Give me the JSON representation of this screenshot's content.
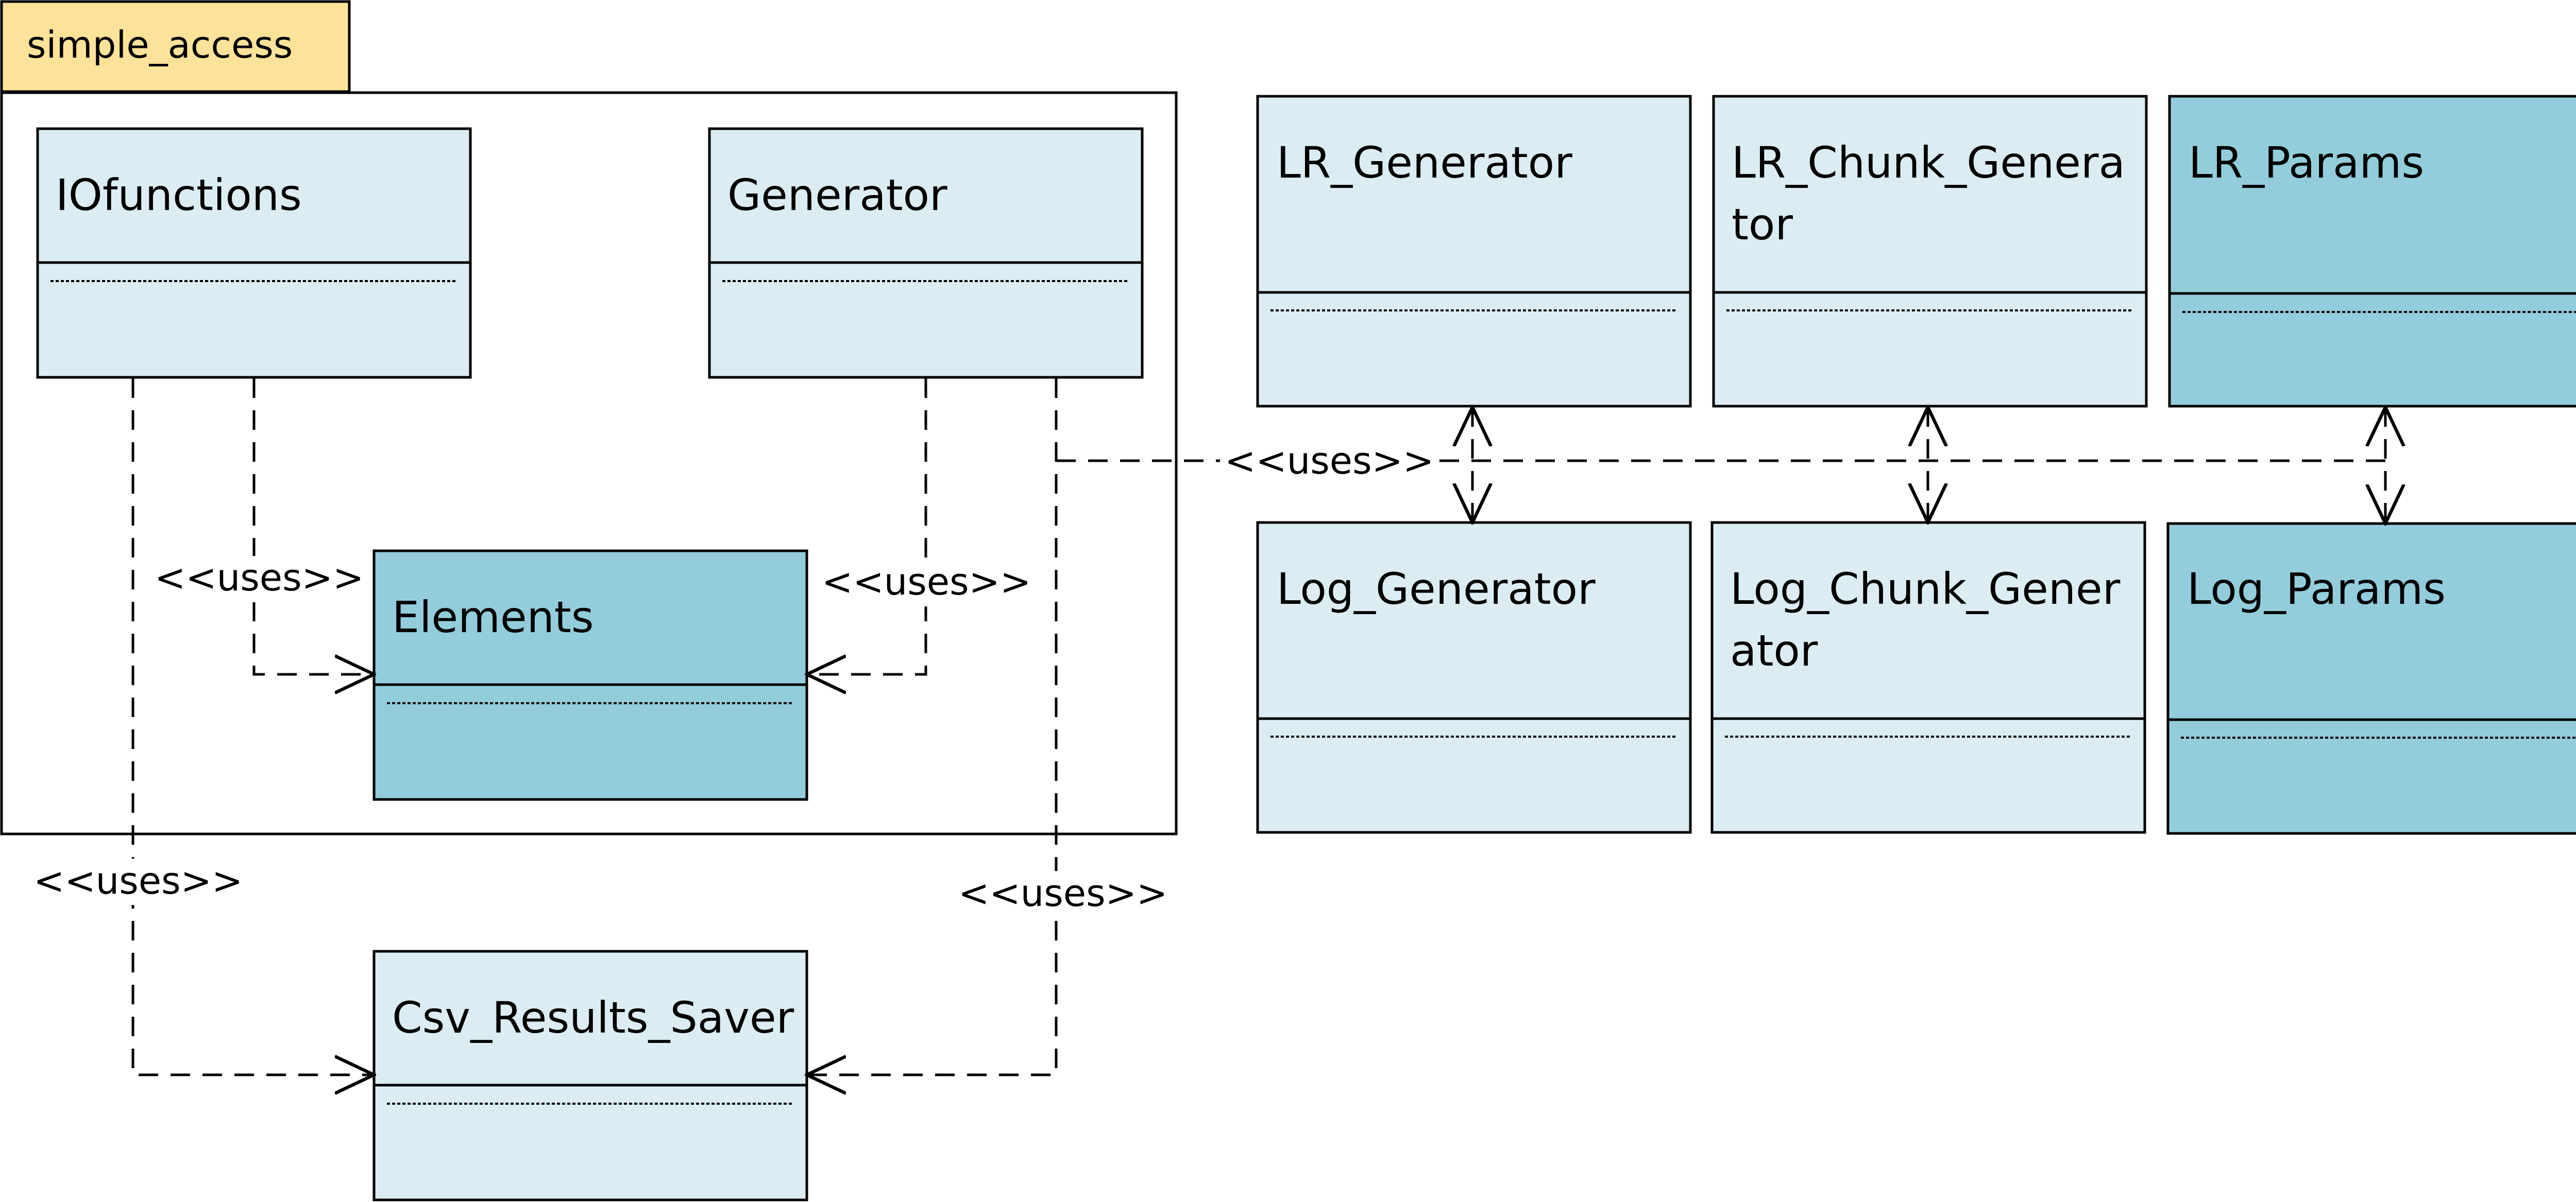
{
  "package": {
    "name": "simple_access"
  },
  "classes": {
    "iofunctions": {
      "name": "IOfunctions"
    },
    "generator": {
      "name": "Generator"
    },
    "elements": {
      "name": "Elements"
    },
    "csv_results_saver": {
      "name": "Csv_Results_Saver"
    },
    "lr_generator": {
      "name": "LR_Generator"
    },
    "lr_chunk_generator": {
      "name_line1": "LR_Chunk_Genera",
      "name_line2": "tor"
    },
    "lr_params": {
      "name": "LR_Params"
    },
    "log_generator": {
      "name": "Log_Generator"
    },
    "log_chunk_generator": {
      "name_line1": "Log_Chunk_Gener",
      "name_line2": "ator"
    },
    "log_params": {
      "name": "Log_Params"
    }
  },
  "relations": {
    "io_to_elements": "<<uses>>",
    "generator_to_elements": "<<uses>>",
    "io_to_csv": "<<uses>>",
    "generator_to_csv": "<<uses>>",
    "generator_to_external": "<<uses>>"
  },
  "colors": {
    "package_tab": "#FDE39A",
    "class_light": "#DBEDF3",
    "class_dark": "#93CDDB",
    "stroke": "#000000"
  }
}
